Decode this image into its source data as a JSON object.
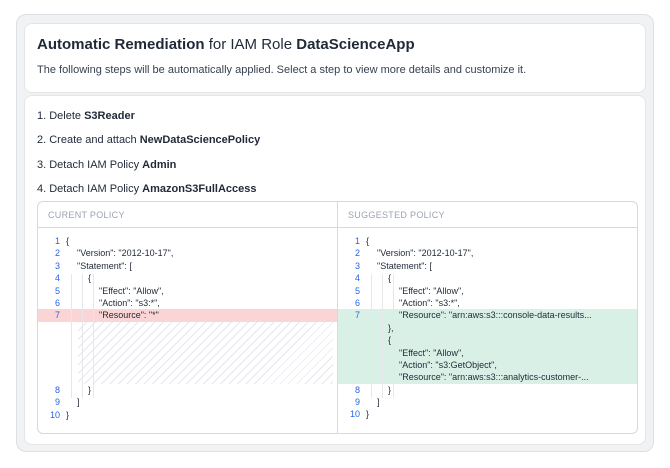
{
  "header": {
    "title_bold_1": "Automatic Remediation",
    "title_plain": " for IAM Role ",
    "title_bold_2": "DataScienceApp",
    "subtitle": "The following steps will be automatically applied. Select a step to view more details and customize it."
  },
  "steps": [
    {
      "prefix": "1. Delete ",
      "bold": "S3Reader"
    },
    {
      "prefix": "2. Create and attach ",
      "bold": "NewDataSciencePolicy"
    },
    {
      "prefix": "3. Detach IAM Policy ",
      "bold": "Admin"
    },
    {
      "prefix": "4. Detach IAM Policy ",
      "bold": "AmazonS3FullAccess"
    }
  ],
  "diff": {
    "current_header": "CURENT POLICY",
    "suggested_header": "SUGGESTED POLICY",
    "current_lines": [
      {
        "n": "1",
        "text": "{"
      },
      {
        "n": "2",
        "text": "\"Version\": \"2012-10-17\","
      },
      {
        "n": "3",
        "text": "\"Statement\": ["
      },
      {
        "n": "4",
        "text": "{"
      },
      {
        "n": "5",
        "text": "\"Effect\": \"Allow\","
      },
      {
        "n": "6",
        "text": "\"Action\": \"s3:*\","
      },
      {
        "n": "7",
        "text": "\"Resource\": \"*\""
      },
      {
        "n": "8",
        "text": "}"
      },
      {
        "n": "9",
        "text": "]"
      },
      {
        "n": "10",
        "text": "}"
      }
    ],
    "suggested_lines": [
      {
        "n": "1",
        "text": "{"
      },
      {
        "n": "2",
        "text": "\"Version\": \"2012-10-17\","
      },
      {
        "n": "3",
        "text": "\"Statement\": ["
      },
      {
        "n": "4",
        "text": "{"
      },
      {
        "n": "5",
        "text": "\"Effect\": \"Allow\","
      },
      {
        "n": "6",
        "text": "\"Action\": \"s3:*\","
      },
      {
        "n": "7",
        "text": "\"Resource\": \"arn:aws:s3:::console-data-results..."
      },
      {
        "n": "",
        "text": "},"
      },
      {
        "n": "",
        "text": "{"
      },
      {
        "n": "",
        "text": "\"Effect\": \"Allow\","
      },
      {
        "n": "",
        "text": "\"Action\": \"s3:GetObject\","
      },
      {
        "n": "",
        "text": "\"Resource\": \"arn:aws:s3:::analytics-customer-..."
      },
      {
        "n": "8",
        "text": "}"
      },
      {
        "n": "9",
        "text": "]"
      },
      {
        "n": "10",
        "text": "}"
      }
    ]
  }
}
